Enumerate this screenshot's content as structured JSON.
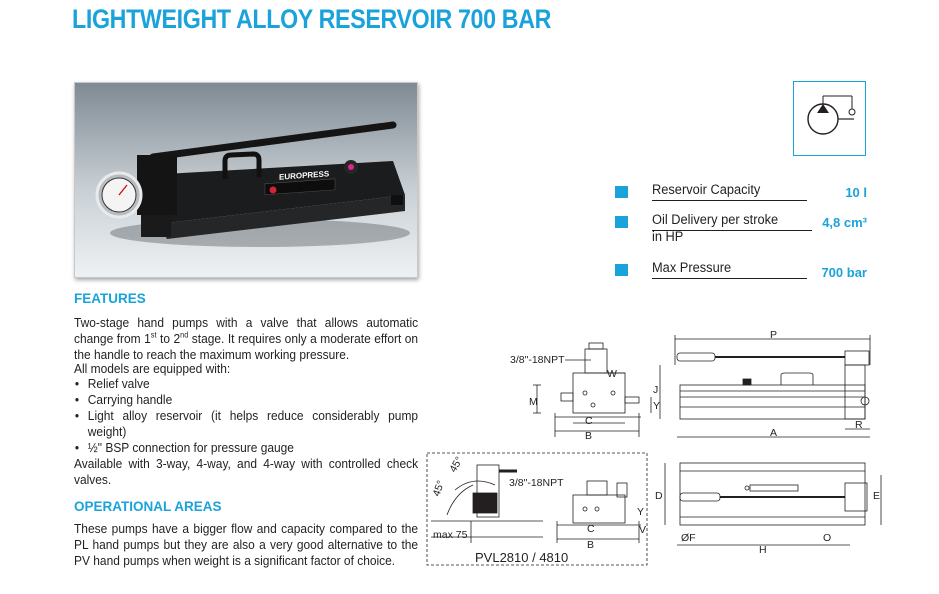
{
  "title": "LIGHTWEIGHT ALLOY RESERVOIR 700 BAR",
  "product_photo": {
    "brand_label": "EUROPRESS"
  },
  "specs": [
    {
      "label": "Reservoir Capacity",
      "label2": "",
      "value": "10 l"
    },
    {
      "label": "Oil Delivery per stroke",
      "label2": "in HP",
      "value": "4,8 cm³"
    },
    {
      "label": "Max Pressure",
      "label2": "",
      "value": "700 bar"
    }
  ],
  "features": {
    "heading": "FEATURES",
    "intro_a": "Two-stage hand pumps with a valve that allows automatic change from 1",
    "sup1": "st",
    "intro_b": " to 2",
    "sup2": "nd",
    "intro_c": " stage. It requires only a moderate effort on the handle to reach the maximum working pressure.",
    "models_line": " All models are equipped with:",
    "items": [
      "Relief valve",
      "Carrying handle",
      "Light alloy reservoir (it helps reduce considerably pump weight)",
      "½\" BSP connection for pressure gauge"
    ],
    "outro": "Available with 3-way, 4-way, and 4-way with controlled check valves."
  },
  "operational": {
    "heading": "OPERATIONAL AREAS",
    "text": "These pumps have a bigger flow and capacity compared to the PL hand pumps but they are also a very good alternative to the PV hand pumps when weight  is a significant factor of choice."
  },
  "drawing": {
    "npt_top": "3/8\"-18NPT",
    "npt_bottom": "3/8\"-18NPT",
    "dims_top": {
      "W": "W",
      "M": "M",
      "Y": "Y",
      "C": "C",
      "B": "B"
    },
    "dims_bottom": {
      "Y": "Y",
      "V": "V",
      "C": "C",
      "B": "B"
    },
    "angle_a": "45°",
    "angle_b": "45°",
    "max_label": "max 75",
    "model_label": "PVL2810 / 4810",
    "side": {
      "P": "P",
      "J": "J",
      "R": "R",
      "A": "A"
    },
    "plan": {
      "D": "D",
      "E": "E",
      "F": "ØF",
      "H": "H",
      "O": "O"
    }
  }
}
